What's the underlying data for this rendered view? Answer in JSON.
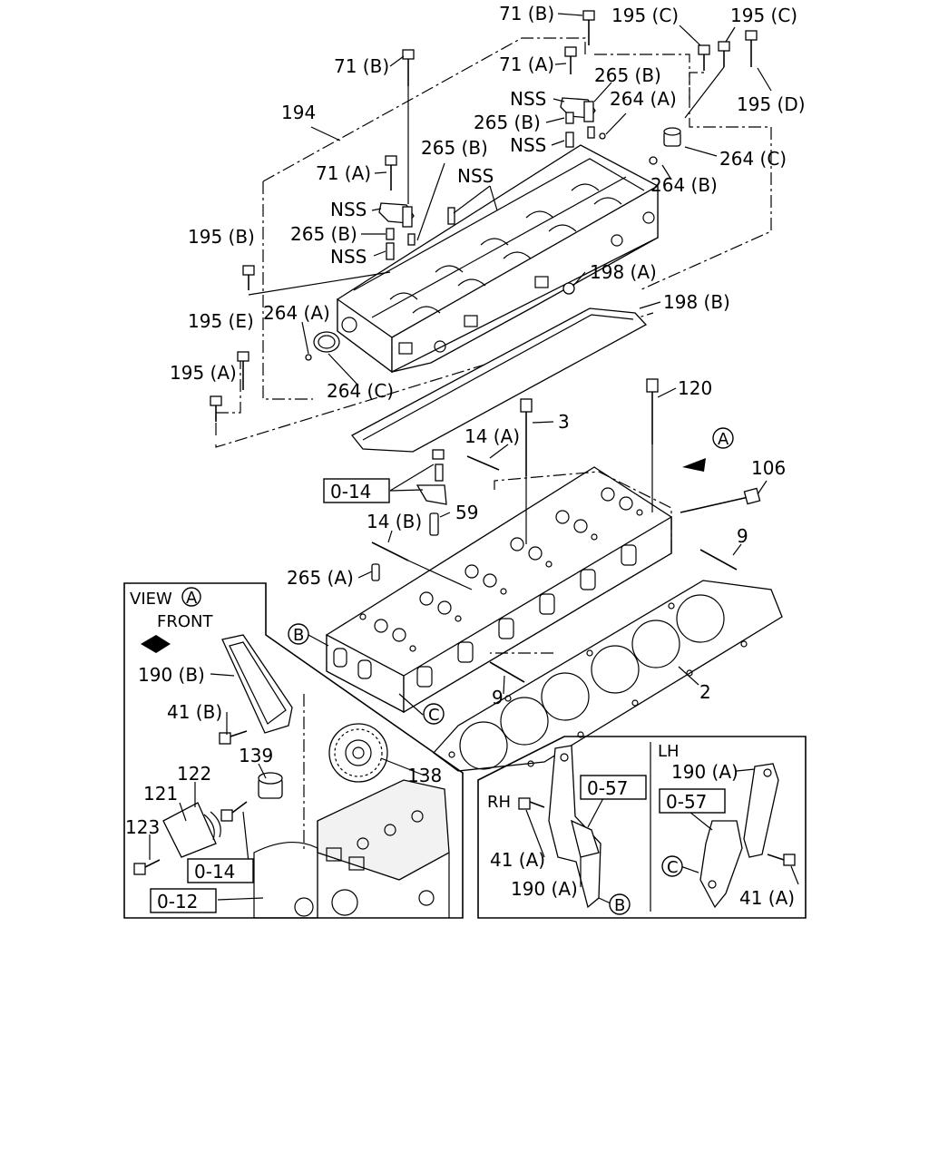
{
  "labels": {
    "p71b_top": "71 (B)",
    "p195c_1": "195 (C)",
    "p195c_2": "195 (C)",
    "p71b_left": "71 (B)",
    "p71a_top": "71 (A)",
    "p265b_top": "265 (B)",
    "nss_1": "NSS",
    "p264a_top": "264 (A)",
    "p195d": "195 (D)",
    "p194": "194",
    "p265b_mid": "265 (B)",
    "nss_2": "NSS",
    "p265b_mid2": "265 (B)",
    "p264c_top": "264 (C)",
    "nss_3": "NSS",
    "p71a_mid": "71 (A)",
    "p264b": "264 (B)",
    "nss_4": "NSS",
    "p195b": "195 (B)",
    "p265b_low": "265 (B)",
    "nss_5": "NSS",
    "p198a": "198 (A)",
    "p198b": "198 (B)",
    "p195e": "195 (E)",
    "p264a_low": "264 (A)",
    "p195a": "195 (A)",
    "p264c_low": "264 (C)",
    "p120": "120",
    "p3": "3",
    "p14a": "14 (A)",
    "circle_a": "A",
    "p106": "106",
    "ref_014_top": "0-14",
    "p59": "59",
    "p14b": "14 (B)",
    "p9_right": "9",
    "p265a": "265 (A)",
    "view_a": "VIEW",
    "view_a_circle": "A",
    "front": "FRONT",
    "circle_b_head": "B",
    "p190b": "190 (B)",
    "p9_low": "9",
    "p2": "2",
    "circle_c_head": "C",
    "p41b": "41 (B)",
    "p139": "139",
    "p138": "138",
    "p122": "122",
    "p121": "121",
    "p123": "123",
    "ref_014_low": "0-14",
    "ref_012": "0-12",
    "lh": "LH",
    "rh": "RH",
    "ref_057_1": "0-57",
    "p190a_lh": "190 (A)",
    "ref_057_2": "0-57",
    "p41a_rh": "41 (A)",
    "circle_c_bracket": "C",
    "p190a_rh": "190 (A)",
    "circle_b_bracket": "B",
    "p41a_lh": "41 (A)"
  }
}
